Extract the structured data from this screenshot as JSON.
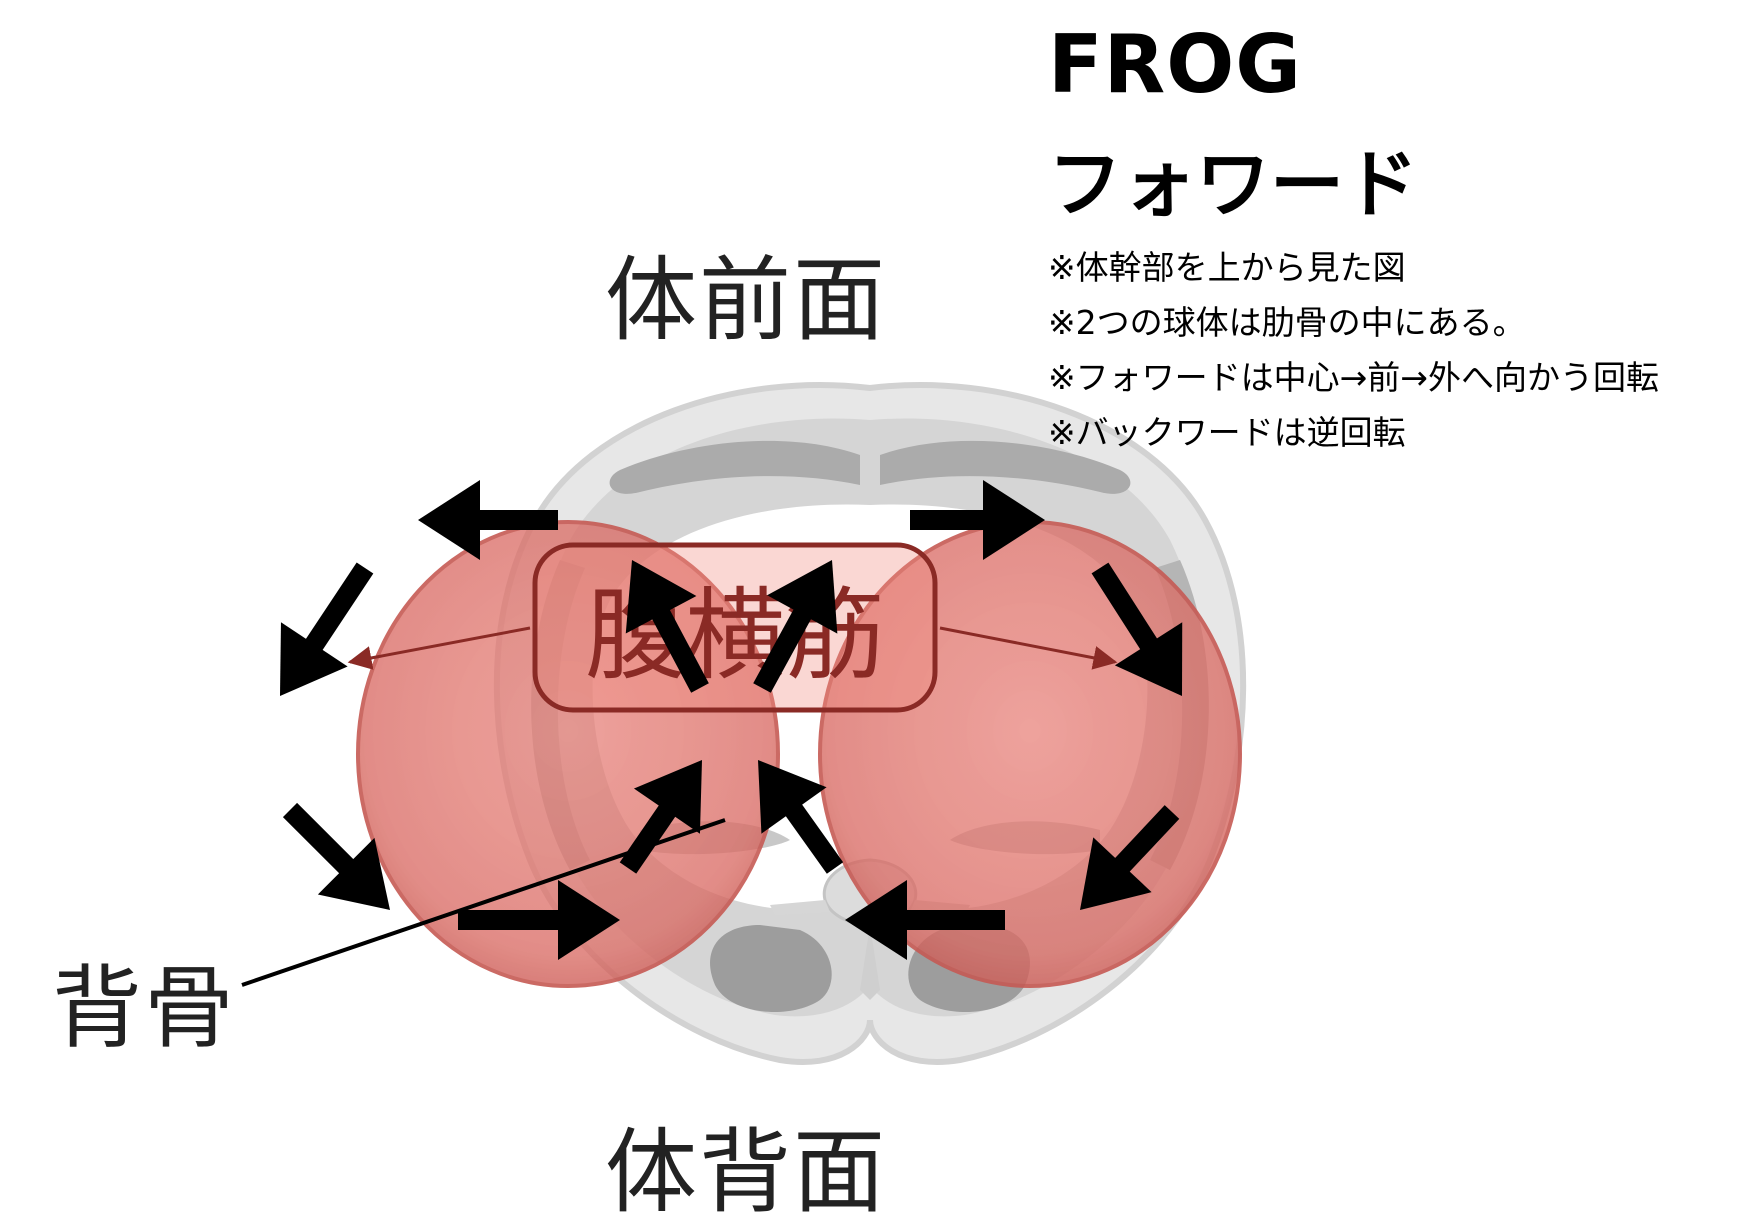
{
  "title": {
    "main": "FROG",
    "sub": "フォワード"
  },
  "notes": [
    "※体幹部を上から見た図",
    "※2つの球体は肋骨の中にある。",
    "※フォワードは中心→前→外へ向かう回転",
    "※バックワードは逆回転"
  ],
  "labels": {
    "front": "体前面",
    "back": "体背面",
    "spine": "背骨",
    "muscle": "腹横筋"
  },
  "colors": {
    "sphere": "#e06a62",
    "arrow": "#000000",
    "body_outer": "#e4e4e4",
    "body_mid": "#b9b9b9",
    "muscle_label": "#8a2a25"
  },
  "diagram": {
    "spheres": [
      "left-sphere",
      "right-sphere"
    ],
    "rotation": "forward"
  }
}
